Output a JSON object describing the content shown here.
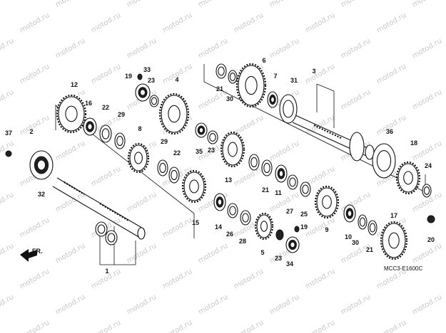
{
  "watermark": "motod.ru",
  "diagram_code": "MCC3-E1600C",
  "front_label": "FR.",
  "part_numbers": [
    "1",
    "2",
    "3",
    "4",
    "5",
    "6",
    "7",
    "8",
    "9",
    "10",
    "11",
    "12",
    "13",
    "14",
    "15",
    "16",
    "17",
    "18",
    "19",
    "19",
    "20",
    "21",
    "21",
    "21",
    "22",
    "22",
    "23",
    "23",
    "23",
    "24",
    "25",
    "26",
    "27",
    "28",
    "29",
    "29",
    "30",
    "30",
    "31",
    "32",
    "33",
    "34",
    "35",
    "36",
    "37"
  ],
  "icons": {
    "front_arrow": "arrow-left-icon"
  }
}
